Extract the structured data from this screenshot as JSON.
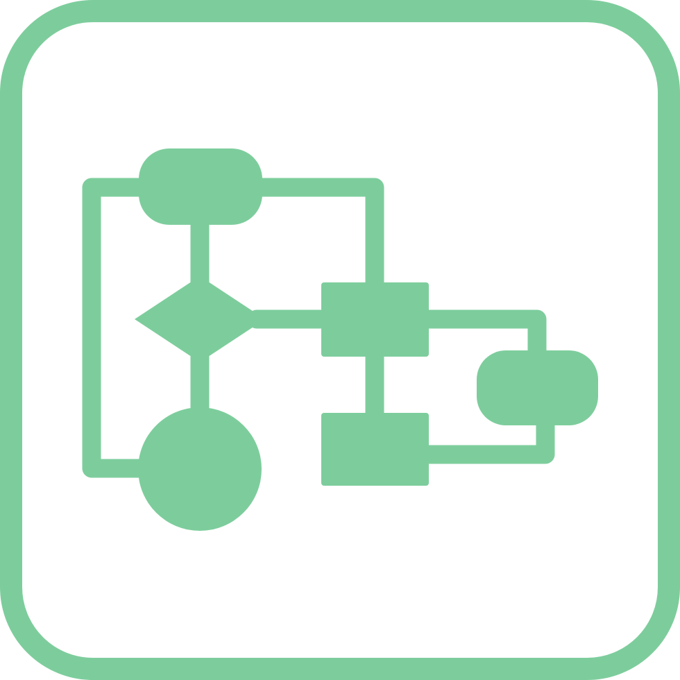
{
  "icon": {
    "name": "flowchart-icon",
    "style": "glyph",
    "colors": {
      "accent": "#7dcd9c",
      "background": "#ffffff"
    },
    "elements": [
      "frame",
      "terminator-top",
      "decision-diamond",
      "connector-circle",
      "process-box-middle",
      "process-box-bottom",
      "terminator-right",
      "connector-lines"
    ]
  }
}
